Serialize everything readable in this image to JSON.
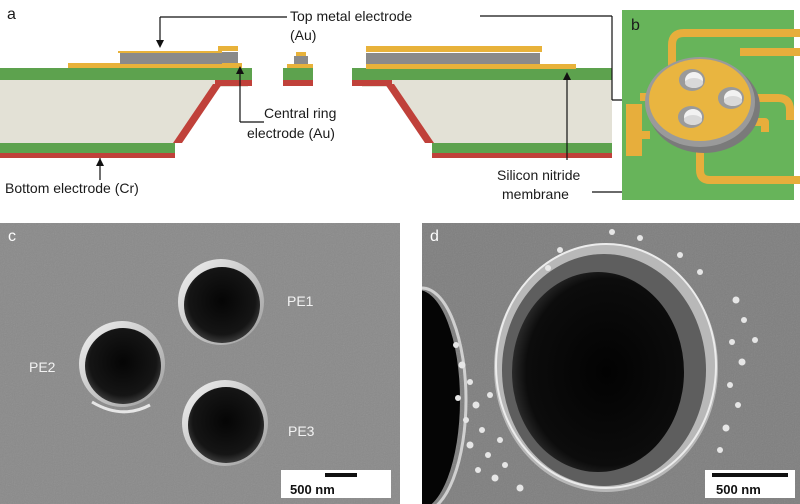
{
  "panels": {
    "a": "a",
    "b": "b",
    "c": "c",
    "d": "d"
  },
  "labels": {
    "top_electrode_line1": "Top metal electrode",
    "top_electrode_line2": "(Au)",
    "central_ring_line1": "Central ring",
    "central_ring_line2": "electrode (Au)",
    "bottom_electrode": "Bottom electrode (Cr)",
    "membrane_line1": "Silicon nitride",
    "membrane_line2": "membrane"
  },
  "sem_c": {
    "pores": [
      "PE1",
      "PE2",
      "PE3"
    ],
    "scale_bar": "500 nm"
  },
  "sem_d": {
    "scale_bar": "500 nm"
  },
  "colors": {
    "gold": "#E8B23A",
    "nitride_green": "#5DA24E",
    "silicon": "#E3E1D6",
    "chromium_red": "#C0413A",
    "metal_gray": "#8A8A8A",
    "board_green": "#67B45A"
  }
}
